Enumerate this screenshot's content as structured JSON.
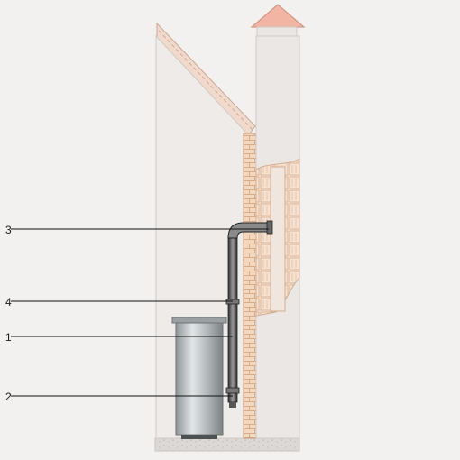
{
  "callouts": [
    {
      "id": "3",
      "text": "3"
    },
    {
      "id": "4",
      "text": "4"
    },
    {
      "id": "1",
      "text": "1"
    },
    {
      "id": "2",
      "text": "2"
    }
  ],
  "colors": {
    "background": "#f3f1f0",
    "wall": "#ece9e7",
    "brick": "#f4d7bf",
    "brick_line": "#d6ad8c",
    "cap": "#f0b3a0",
    "pipe": "#4a4a4a",
    "boiler": "#a9b0b2",
    "floor": "#dcd8d5"
  }
}
